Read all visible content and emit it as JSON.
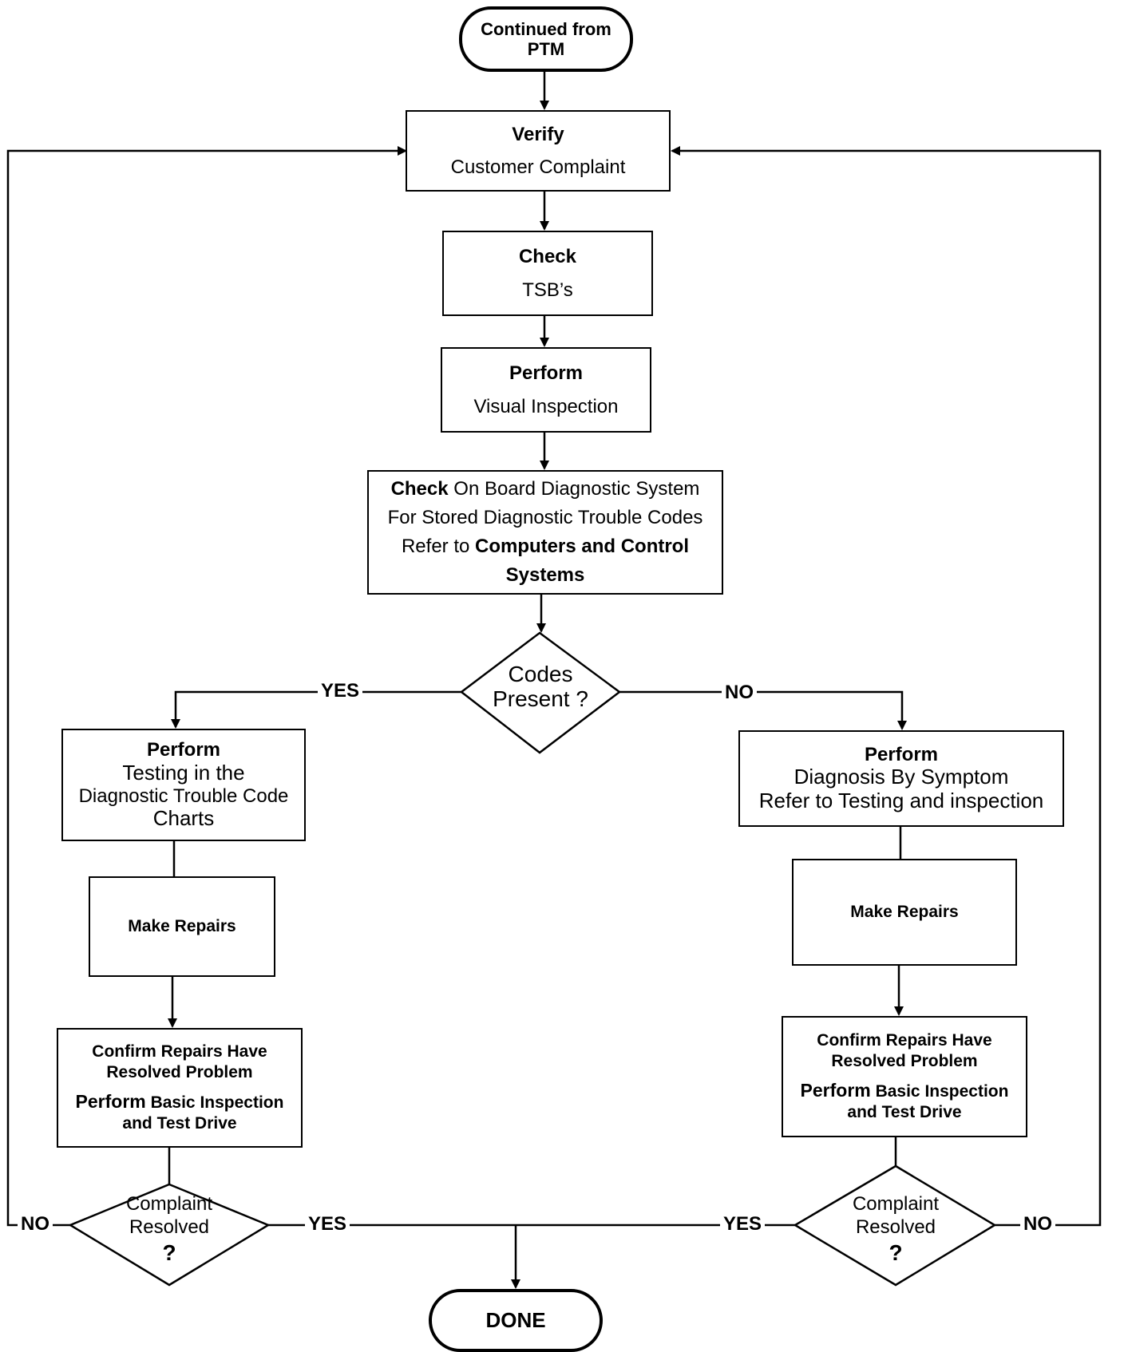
{
  "start": {
    "line1": "Continued from",
    "line2": "PTM"
  },
  "verify": {
    "title": "Verify",
    "text": "Customer Complaint"
  },
  "check_tsb": {
    "title": "Check",
    "text": "TSB’s"
  },
  "visual": {
    "title": "Perform",
    "text": "Visual Inspection"
  },
  "obd": {
    "l1_bold": "Check",
    "l1_rest": " On Board Diagnostic System",
    "l2": "For Stored Diagnostic Trouble Codes",
    "l3_pre": "Refer to ",
    "l3_bold": "Computers and Control Systems"
  },
  "codes_decision": {
    "line1": "Codes",
    "line2": "Present ?"
  },
  "labels": {
    "yes": "YES",
    "no": "NO"
  },
  "left_perform": {
    "title": "Perform",
    "l1": "Testing in the",
    "l2": "Diagnostic Trouble Code",
    "l3": "Charts"
  },
  "right_perform": {
    "title": "Perform",
    "l1": "Diagnosis By Symptom",
    "l2": "Refer to Testing and inspection"
  },
  "make_repairs": "Make Repairs",
  "confirm": {
    "l1": "Confirm Repairs Have",
    "l2": "Resolved Problem",
    "l3_bold": "Perform",
    "l3_rest": " Basic Inspection",
    "l4": "and Test Drive"
  },
  "complaint_decision": {
    "line1": "Complaint",
    "line2": "Resolved",
    "line3": "?"
  },
  "done": "DONE"
}
